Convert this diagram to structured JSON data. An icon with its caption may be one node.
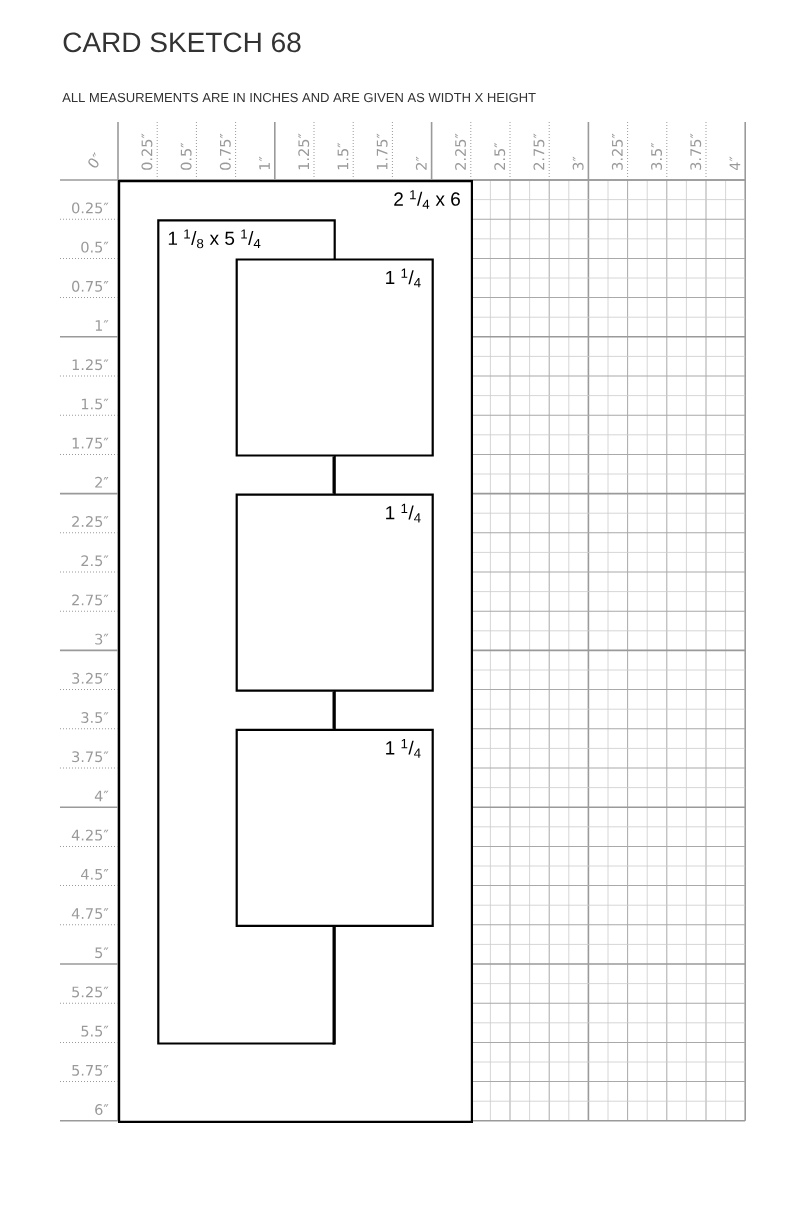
{
  "diagram": {
    "title": "CARD SKETCH 68",
    "nodes": [
      {
        "text": [
          "2 $^{1}$/$_{4}$ x 6"
        ]
      },
      {
        "text": [
          "1 $^{1}$/$_{8}$ x 5 $^{1}$/$_{4}$"
        ],
        "in": 0
      },
      {
        "text": [
          "1 $^{1}$/$_{4}$"
        ],
        "in": 0
      },
      {
        "text": [
          "1 $^{1}$/$_{4}$"
        ],
        "in": 0
      },
      {
        "text": [
          "1 $^{1}$/$_{4}$"
        ],
        "in": 0
      }
    ],
    "edges": [
      {
        "from": 2,
        "to": 3,
        "arrow": "none"
      },
      {
        "from": 3,
        "to": 4,
        "arrow": "none"
      },
      {
        "from": 4,
        "to": 1,
        "arrow": "none"
      }
    ],
    "labels": [
      "ALL MEASUREMENTS ARE IN INCHES AND ARE GIVEN AS WIDTH X HEIGHT",
      "0″",
      "0.25″",
      "0.5″",
      "0.75″",
      "1″",
      "1.25″",
      "1.5″",
      "1.75″",
      "2″",
      "2.25″",
      "2.5″",
      "2.75″",
      "3″",
      "3.25″",
      "3.5″",
      "3.75″",
      "4″",
      "0.25″",
      "0.5″",
      "0.75″",
      "1″",
      "1.25″",
      "1.5″",
      "1.75″",
      "2″",
      "2.25″",
      "2.5″",
      "2.75″",
      "3″",
      "3.25″",
      "3.5″",
      "3.75″",
      "4″",
      "4.25″",
      "4.5″",
      "4.75″",
      "5″",
      "5.25″",
      "5.5″",
      "5.75″",
      "6″"
    ]
  }
}
